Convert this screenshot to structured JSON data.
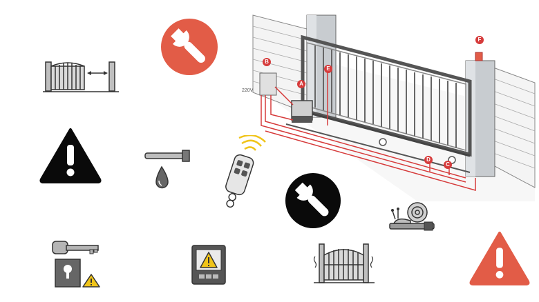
{
  "diagram": {
    "voltage_label": "220V",
    "callouts": [
      "A",
      "B",
      "C",
      "D",
      "E",
      "F"
    ]
  },
  "icons": [
    "sliding-gate-clearance-icon",
    "wrench-orange-circle-icon",
    "warning-black-triangle-icon",
    "oil-drip-rod-icon",
    "remote-control-signal-icon",
    "wrench-black-circle-icon",
    "snail-slow-motor-icon",
    "release-key-lock-icon",
    "control-panel-warning-icon",
    "vibrating-gate-icon",
    "warning-orange-triangle-icon"
  ],
  "colors": {
    "orange": "#e25c47",
    "black": "#0a0a0a",
    "wire_red": "#d63b3b",
    "warning_yellow": "#f0c419"
  }
}
